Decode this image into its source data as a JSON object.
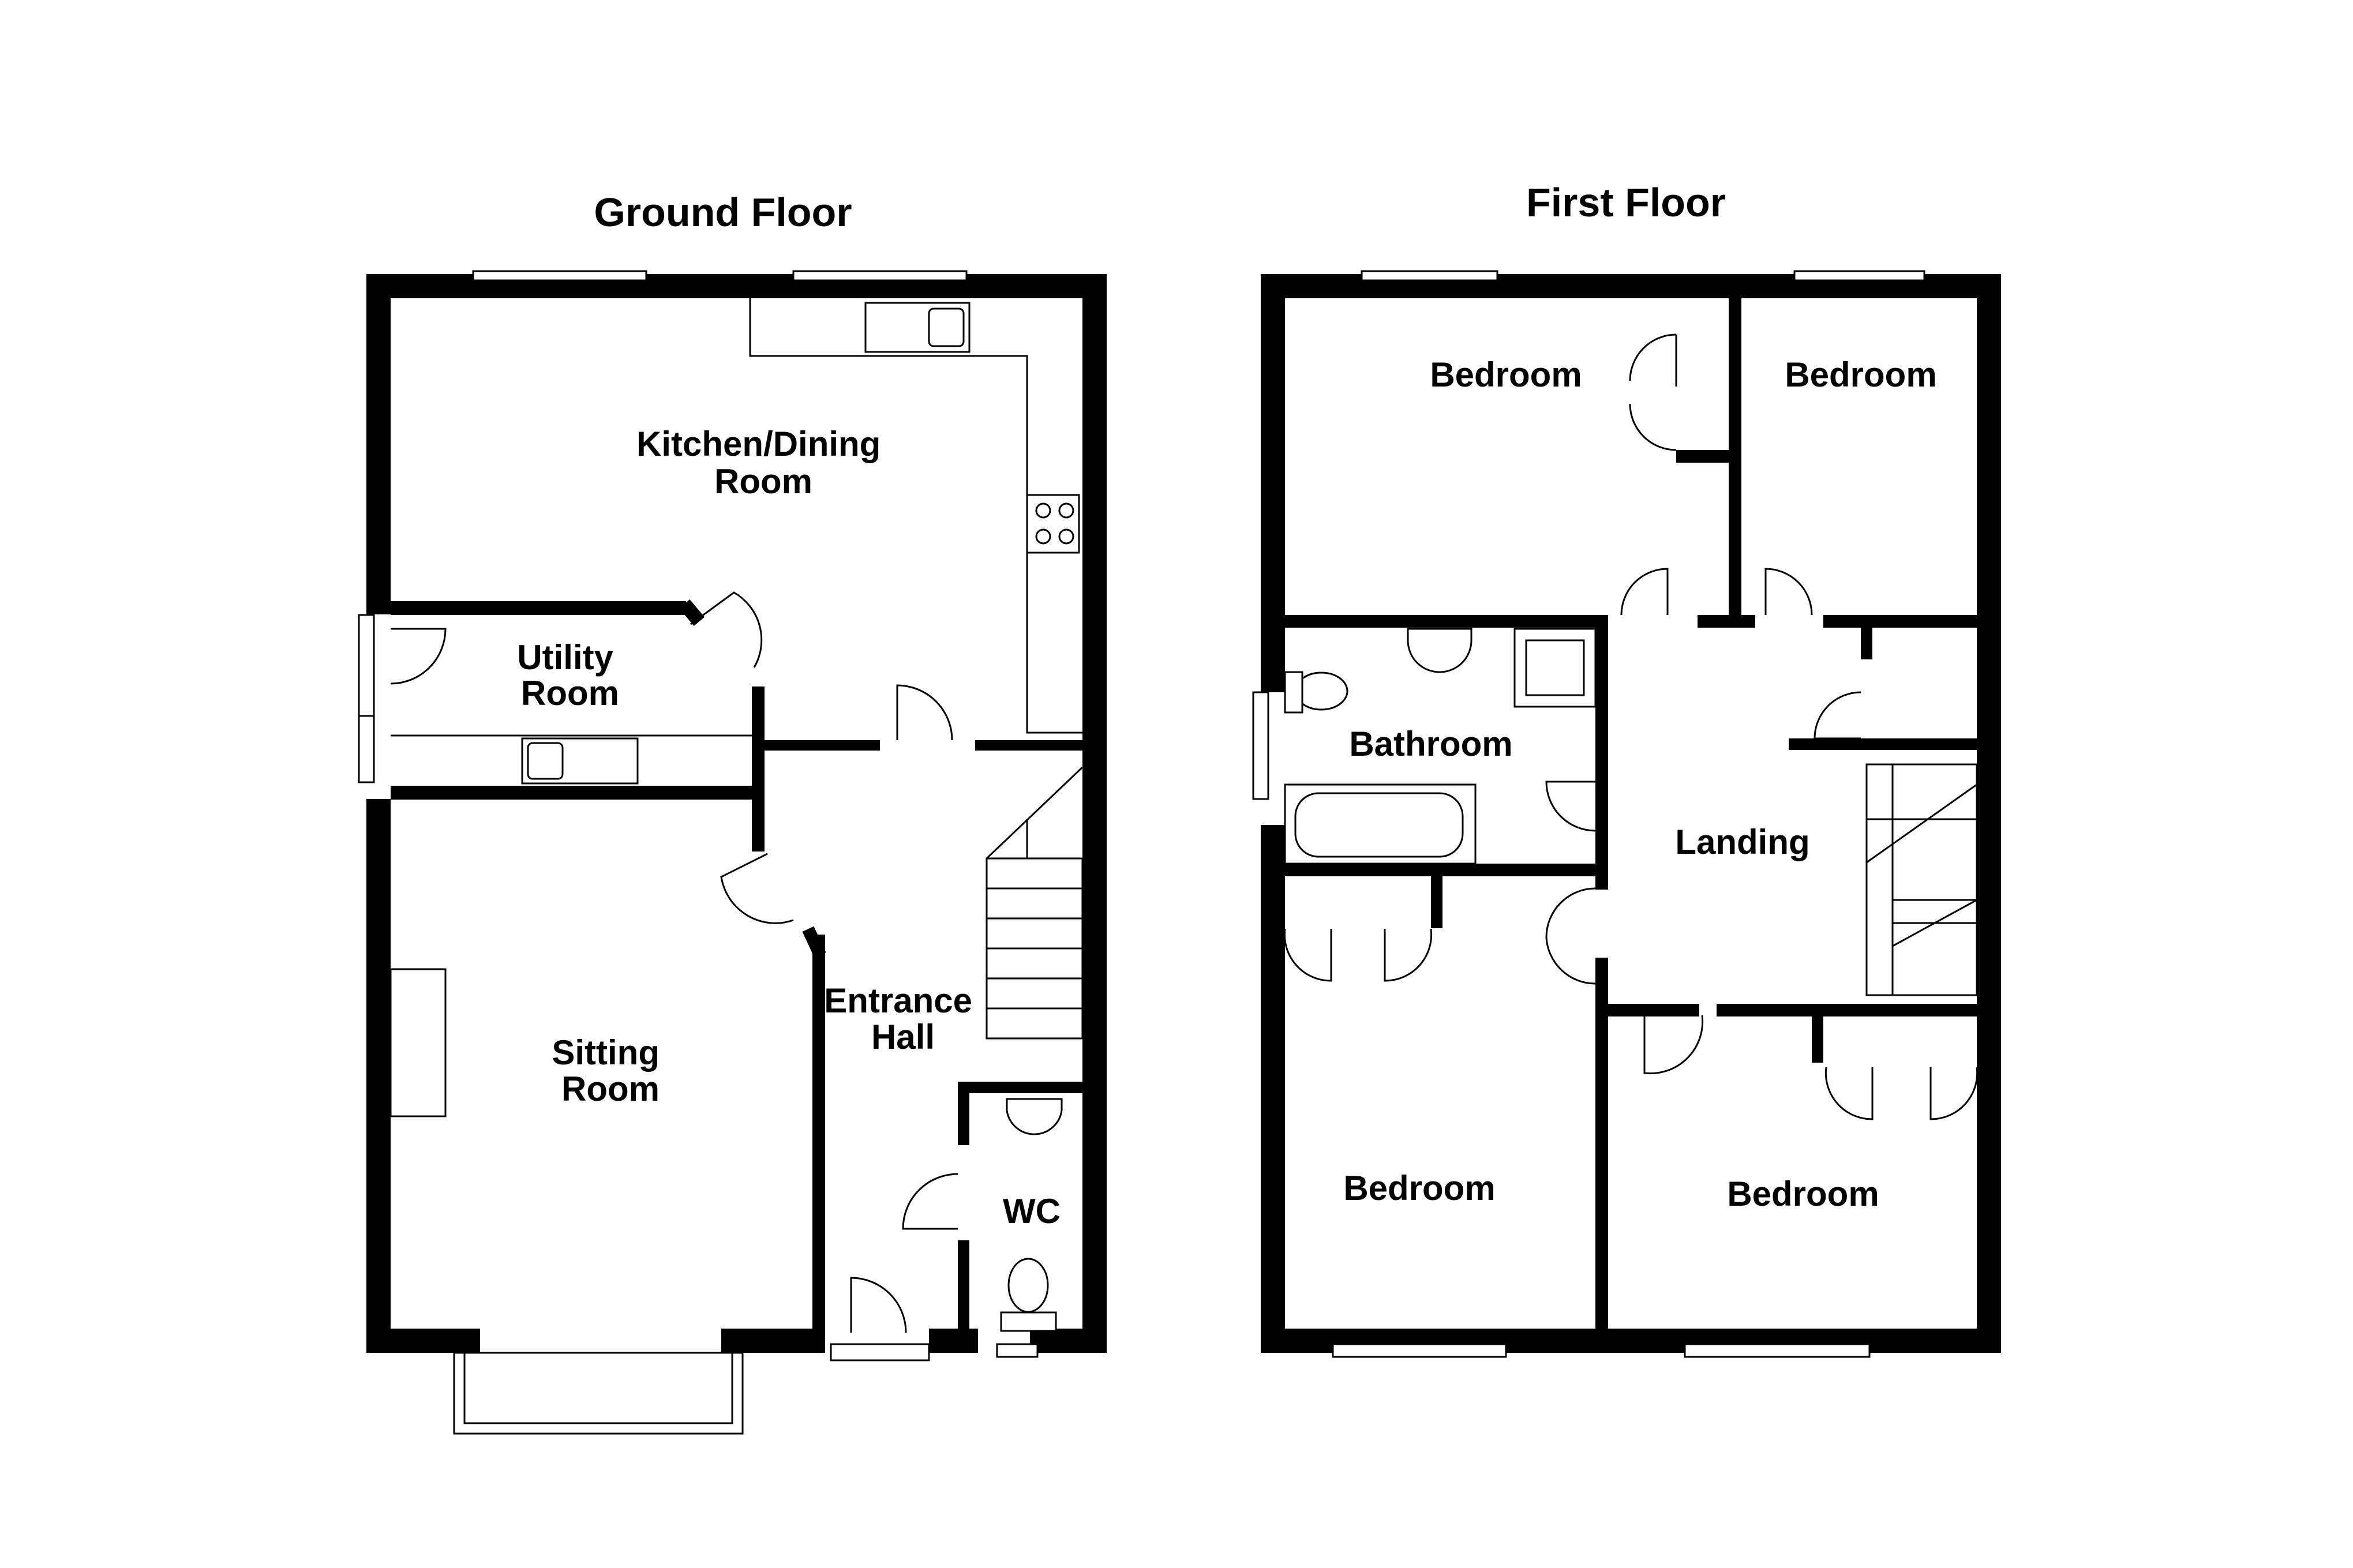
{
  "floors": {
    "ground": {
      "title": "Ground Floor",
      "rooms": {
        "kitchen": [
          "Kitchen/Dining",
          "Room"
        ],
        "utility": [
          "Utility",
          "Room"
        ],
        "sitting": [
          "Sitting",
          "Room"
        ],
        "hall": [
          "Entrance",
          "Hall"
        ],
        "wc": [
          "WC"
        ]
      }
    },
    "first": {
      "title": "First Floor",
      "rooms": {
        "bedroom_tl": [
          "Bedroom"
        ],
        "bedroom_tr": [
          "Bedroom"
        ],
        "bathroom": [
          "Bathroom"
        ],
        "landing": [
          "Landing"
        ],
        "bedroom_bl": [
          "Bedroom"
        ],
        "bedroom_br": [
          "Bedroom"
        ]
      }
    }
  },
  "colors": {
    "wall": "#000000",
    "background": "#ffffff"
  }
}
